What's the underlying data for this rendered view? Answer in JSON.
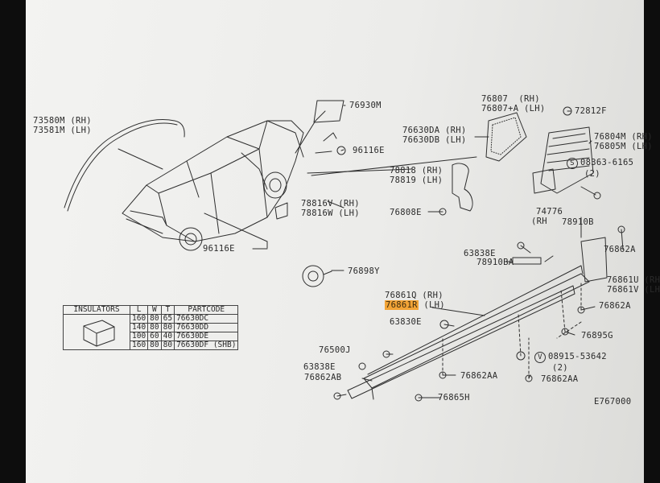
{
  "diagram_code": "E767000",
  "labels": {
    "l_73580": [
      "73580M (RH)",
      "73581M (LH)"
    ],
    "l_76930": "76930M",
    "l_96116a": "96116E",
    "l_96116b": "96116E",
    "l_76807": [
      "76807  (RH)",
      "76807+A (LH)"
    ],
    "l_72812": "72812F",
    "l_76630d": [
      "76630DA (RH)",
      "76630DB (LH)"
    ],
    "l_76804": [
      "76804M (RH)",
      "76805M (LH)"
    ],
    "l_08363": [
      "08363-6165",
      "(2)"
    ],
    "l_78818": [
      "78818 (RH)",
      "78819 (LH)"
    ],
    "l_78816": [
      "78816V (RH)",
      "78816W (LH)"
    ],
    "l_76808": "76808E",
    "l_74776": [
      "74776",
      "(RH"
    ],
    "l_78910b": "78910B",
    "l_76862a1": "76862A",
    "l_63838e1": "63838E",
    "l_78910ba": "78910BA",
    "l_76898": "76898Y",
    "l_76861u": [
      "76861U (RH",
      "76861V (LH"
    ],
    "l_76862a2": "76862A",
    "l_76861r_top": "76861Q (RH)",
    "l_76861r": "76861R",
    "l_76861r_lh": " (LH)",
    "l_63830": "63830E",
    "l_76895": "76895G",
    "l_76500": "76500J",
    "l_08915": [
      "08915-53642",
      "(2)"
    ],
    "l_63838e2": "63838E",
    "l_76862aa1": "76862AA",
    "l_76862ab": "76862AB",
    "l_76862aa2": "76862AA",
    "l_76865": "76865H"
  },
  "insulators": {
    "title": "INSULATORS",
    "headers": [
      "L",
      "W",
      "T",
      "PARTCODE"
    ],
    "rows": [
      [
        "160",
        "80",
        "65",
        "76630DC"
      ],
      [
        "140",
        "80",
        "80",
        "76630DD"
      ],
      [
        "100",
        "60",
        "40",
        "76630DE"
      ],
      [
        "160",
        "80",
        "80",
        "76630DF (SHB)"
      ]
    ]
  },
  "symbols": {
    "s_sym": "S",
    "v_sym": "V"
  },
  "colors": {
    "highlight": "#f3a436",
    "ink": "#2a2a2a",
    "paper": "#efefed"
  }
}
